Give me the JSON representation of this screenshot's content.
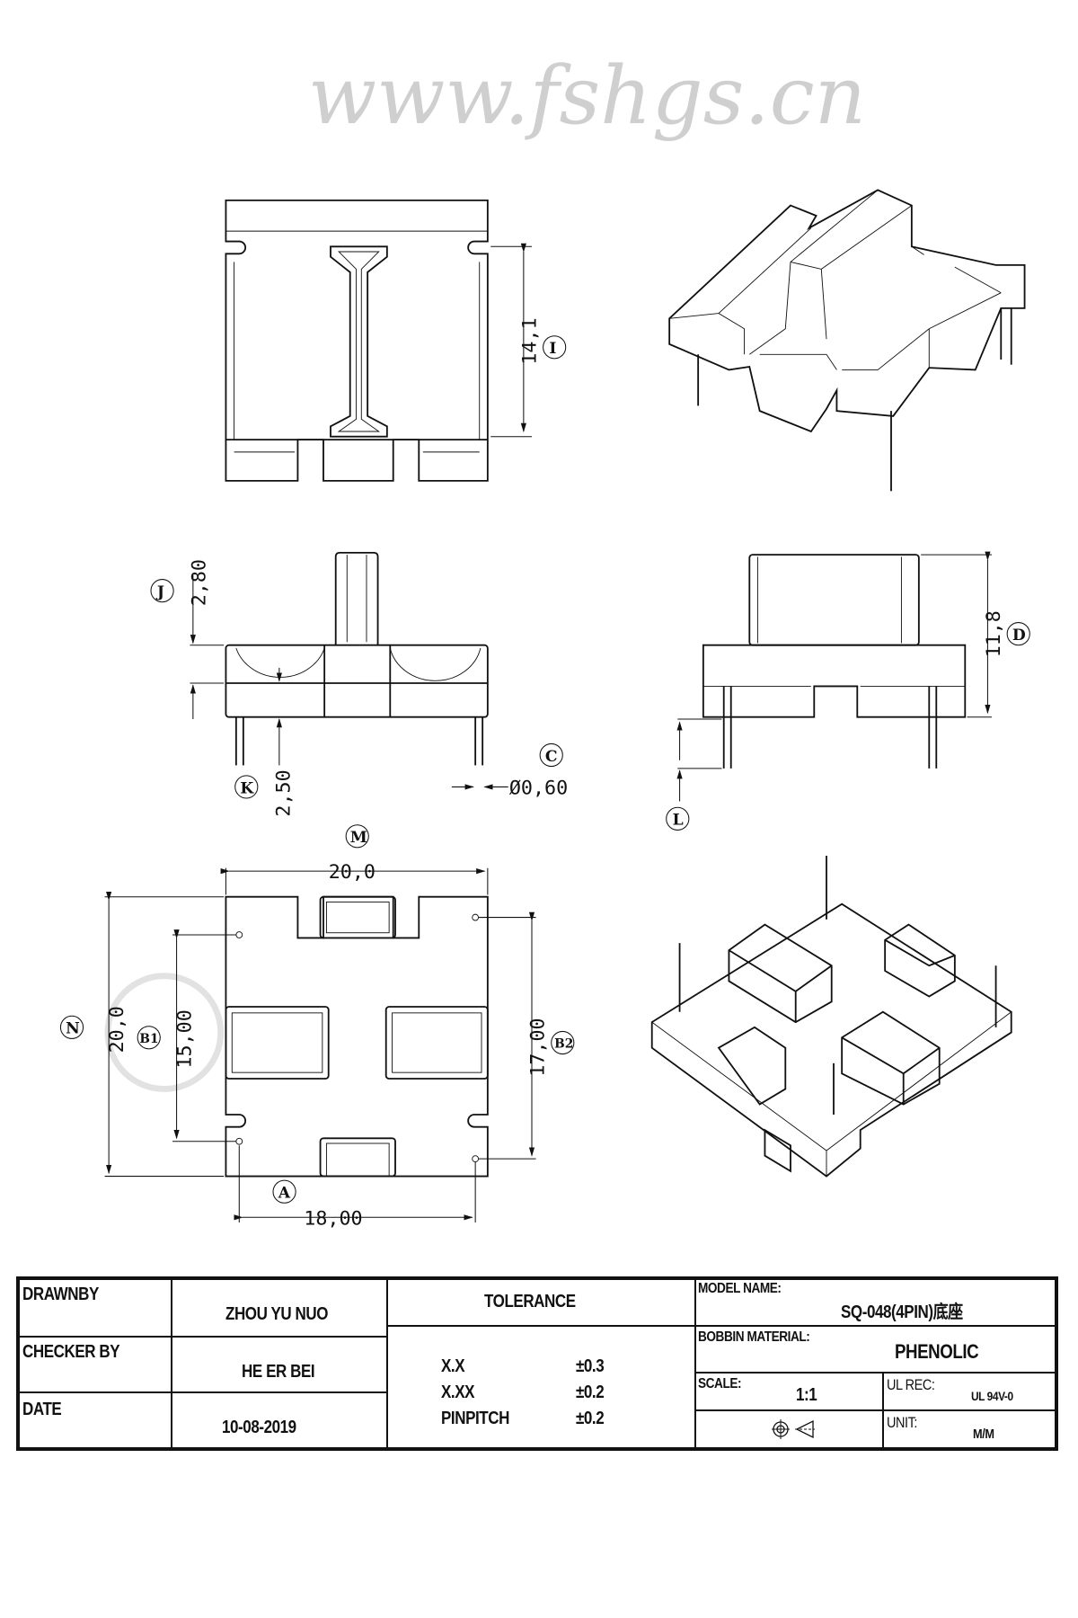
{
  "watermark": "www.fshgs.cn",
  "top_view": {
    "dim_i": "14,1",
    "label_i": "I"
  },
  "front_view": {
    "dim_j": "2,80",
    "label_j": "J",
    "dim_k": "2,50",
    "label_k": "K",
    "dim_c": "Ø0,60",
    "label_c": "C"
  },
  "side_view": {
    "dim_d": "11,8",
    "label_d": "D",
    "label_l": "L"
  },
  "bottom_view": {
    "dim_m": "20,0",
    "label_m": "M",
    "dim_n": "20,0",
    "label_n": "N",
    "dim_b1": "15,00",
    "label_b1": "B1",
    "dim_b2": "17,00",
    "label_b2": "B2",
    "dim_a": "18,00",
    "label_a": "A"
  },
  "title_block": {
    "drawn_by_label": "DRAWNBY",
    "drawn_by": "ZHOU YU NUO",
    "checker_label": "CHECKER BY",
    "checker": "HE ER BEI",
    "date_label": "DATE",
    "date": "10-08-2019",
    "tolerance_label": "TOLERANCE",
    "tolerances": [
      {
        "name": "X.X",
        "value": "±0.3"
      },
      {
        "name": "X.XX",
        "value": "±0.2"
      },
      {
        "name": "PINPITCH",
        "value": "±0.2"
      }
    ],
    "model_label": "MODEL NAME:",
    "model": "SQ-048(4PIN)底座",
    "material_label": "BOBBIN MATERIAL:",
    "material": "PHENOLIC",
    "scale_label": "SCALE:",
    "scale": "1:1",
    "ul_label": "UL REC:",
    "ul": "UL 94V-0",
    "unit_label": "UNIT:",
    "unit": "M/M"
  }
}
